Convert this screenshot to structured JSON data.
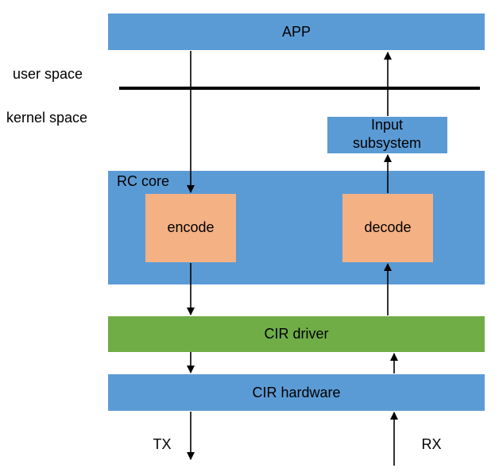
{
  "diagram": {
    "colors": {
      "blue_box": "#5b9bd5",
      "orange_box": "#f4b183",
      "green_box": "#70ad47",
      "line": "#000000",
      "text": "#000000"
    },
    "labels": {
      "app": "APP",
      "user_space": "user space",
      "kernel_space": "kernel space",
      "input_line1": "Input",
      "input_line2": "subsystem",
      "rc_core": "RC core",
      "encode": "encode",
      "decode": "decode",
      "cir_driver": "CIR driver",
      "cir_hardware": "CIR hardware",
      "tx": "TX",
      "rx": "RX"
    }
  }
}
